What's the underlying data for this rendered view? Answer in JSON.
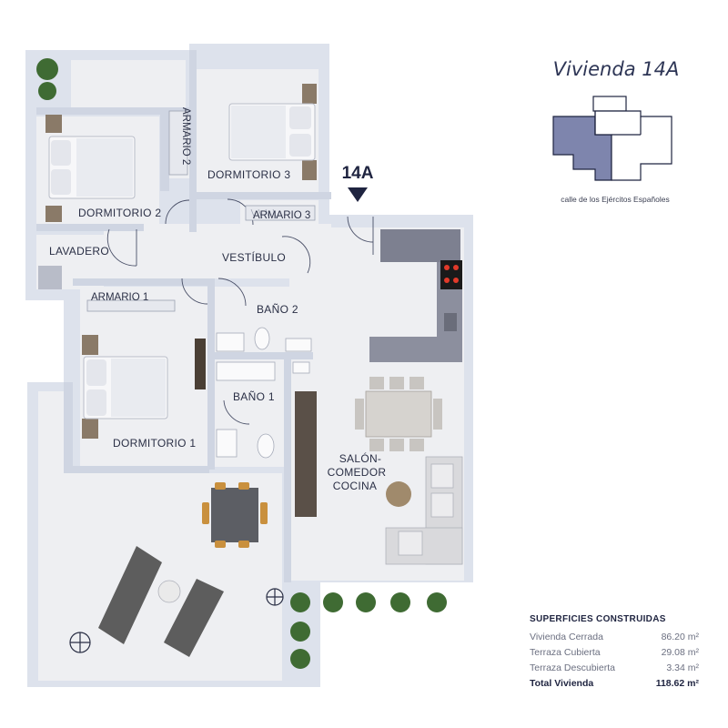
{
  "title": "Vivienda 14A",
  "street": "calle de los Ejércitos Españoles",
  "unit_marker": "14A",
  "rooms": {
    "dormitorio_1": "DORMITORIO 1",
    "dormitorio_2": "DORMITORIO 2",
    "dormitorio_3": "DORMITORIO 3",
    "armario_1": "ARMARIO 1",
    "armario_2": "ARMARIO 2",
    "armario_3": "ARMARIO 3",
    "lavadero": "LAVADERO",
    "vestibulo": "VESTÍBULO",
    "bano_1": "BAÑO 1",
    "bano_2": "BAÑO 2",
    "salon_line1": "SALÓN-",
    "salon_line2": "COMEDOR",
    "salon_line3": "COCINA"
  },
  "areas": {
    "heading": "SUPERFICIES CONSTRUIDAS",
    "rows": [
      {
        "label": "Vivienda Cerrada",
        "value": "86.20 m²"
      },
      {
        "label": "Terraza Cubierta",
        "value": "29.08 m²"
      },
      {
        "label": "Terraza Descubierta",
        "value": "3.34 m²"
      }
    ],
    "total": {
      "label": "Total Vivienda",
      "value": "118.62 m²"
    }
  },
  "colors": {
    "wall": "#dde2ec",
    "floor": "#eeeff2",
    "highlight": "#7e85ad",
    "accent": "#1f2440"
  }
}
